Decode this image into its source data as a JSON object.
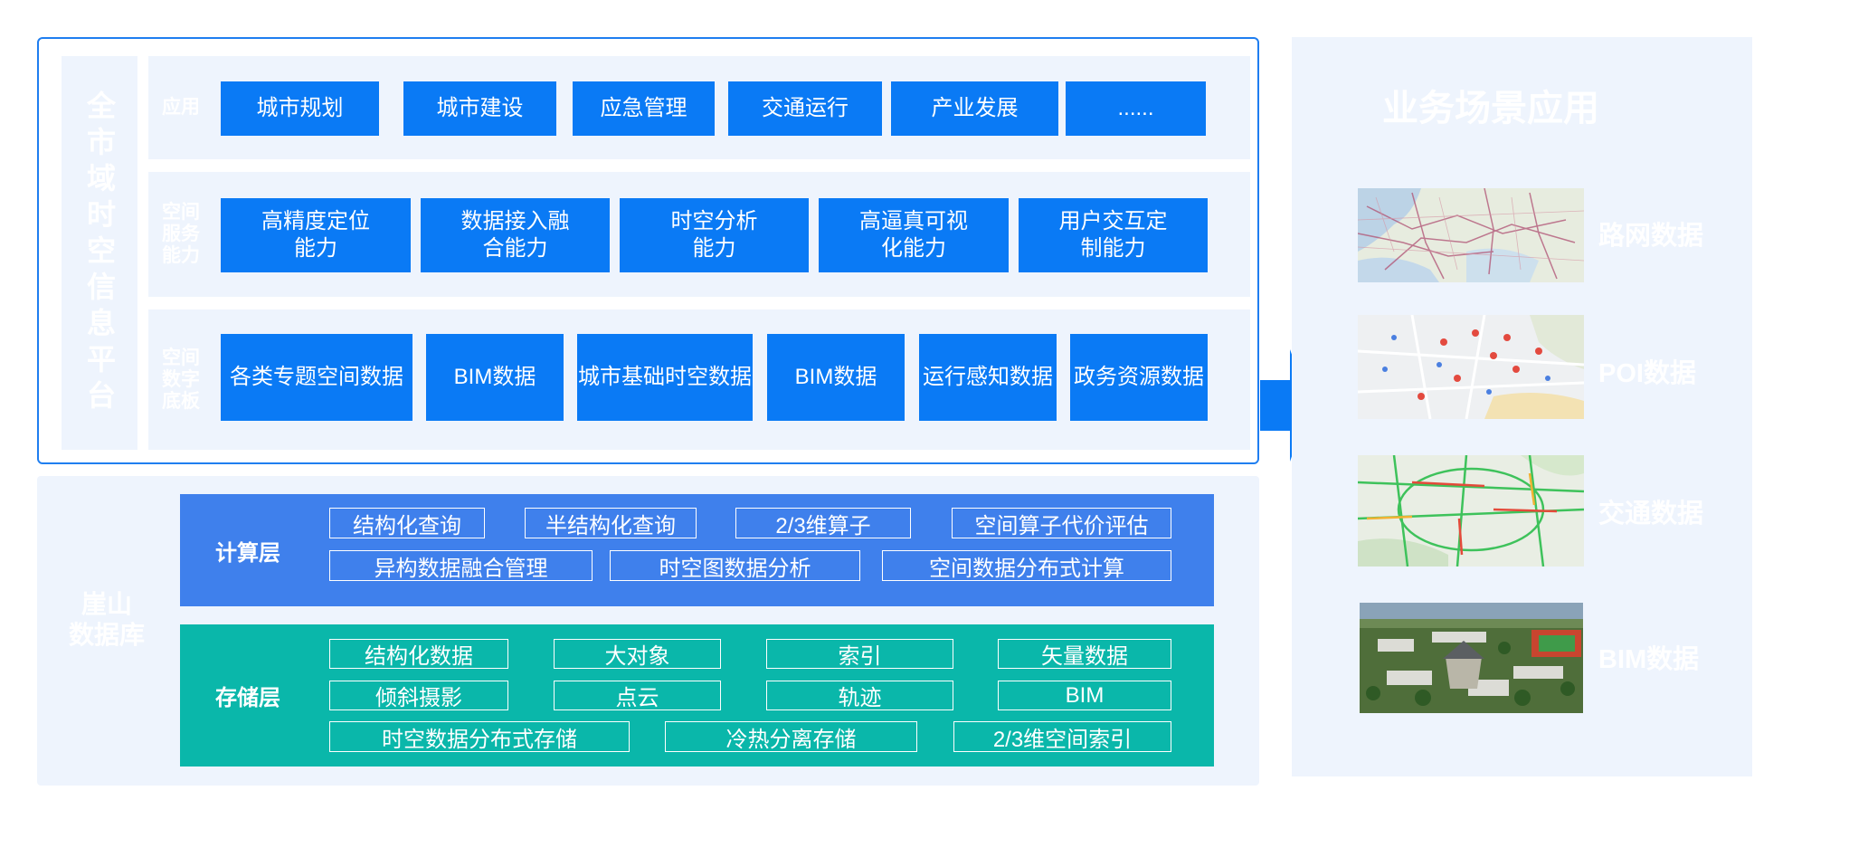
{
  "platform": {
    "title": "全市域时空信息平台",
    "rows": [
      {
        "label": "应用",
        "items": [
          "城市规划",
          "城市建设",
          "应急管理",
          "交通运行",
          "产业发展",
          "......"
        ]
      },
      {
        "label": "空间\n服务\n能力",
        "items": [
          "高精度定位\n能力",
          "数据接入融\n合能力",
          "时空分析\n能力",
          "高逼真可视\n化能力",
          "用户交互定\n制能力"
        ]
      },
      {
        "label": "空间\n数字\n底板",
        "items": [
          "各类专题空间数据",
          "BIM数据",
          "城市基础时空数据",
          "BIM数据",
          "运行感知数据",
          "政务资源数据"
        ]
      }
    ]
  },
  "database": {
    "label": "崖山\n数据库",
    "compute": {
      "label": "计算层",
      "items": [
        "结构化查询",
        "半结构化查询",
        "2/3维算子",
        "空间算子代价评估",
        "异构数据融合管理",
        "时空图数据分析",
        "空间数据分布式计算"
      ]
    },
    "storage": {
      "label": "存储层",
      "items": [
        "结构化数据",
        "大对象",
        "索引",
        "矢量数据",
        "倾斜摄影",
        "点云",
        "轨迹",
        "BIM",
        "时空数据分布式存储",
        "冷热分离存储",
        "2/3维空间索引"
      ]
    }
  },
  "scenarios": {
    "title": "业务场景应用",
    "items": [
      {
        "label": "路网数据",
        "icon": "road-network-map-icon"
      },
      {
        "label": "POI数据",
        "icon": "poi-map-icon"
      },
      {
        "label": "交通数据",
        "icon": "traffic-map-icon"
      },
      {
        "label": "BIM数据",
        "icon": "bim-model-icon"
      }
    ]
  },
  "colors": {
    "primary_blue": "#0a7af5",
    "compute_layer": "#3f80ec",
    "storage_layer": "#0ab7aa",
    "panel_bg": "#eef4fd",
    "frame_border": "#1f7ef0"
  }
}
